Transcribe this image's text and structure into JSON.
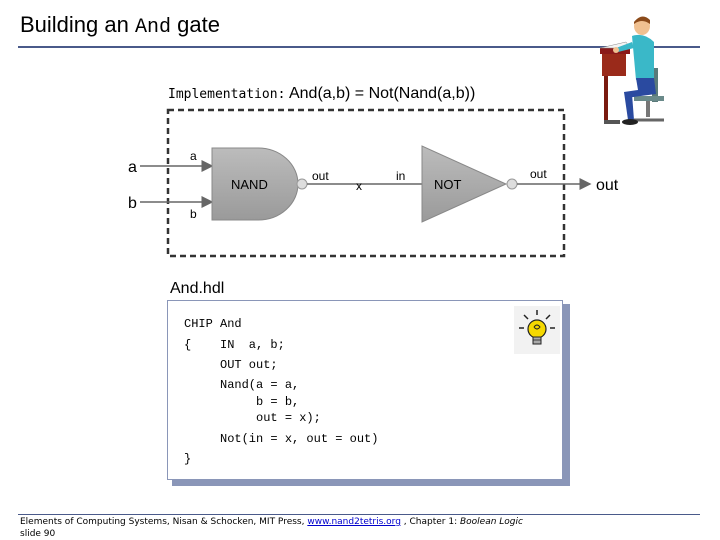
{
  "title": {
    "prefix": "Building an",
    "code": "And",
    "suffix": "gate"
  },
  "implementation": {
    "label": "Implementation:",
    "formula": "And(a,b) = Not(Nand(a,b))"
  },
  "diagram": {
    "input_a": "a",
    "input_b": "b",
    "pin_a": "a",
    "pin_b": "b",
    "nand_label": "NAND",
    "nand_out": "out",
    "wire_x": "x",
    "not_in": "in",
    "not_label": "NOT",
    "not_out": "out",
    "output": "out"
  },
  "hdl_label": "And.hdl",
  "code": {
    "l1": "CHIP And",
    "l2": "{    IN  a, b;",
    "l3": "     OUT out;",
    "l4": "     Nand(a = a,",
    "l5": "          b = b,",
    "l6": "          out = x);",
    "l7": "     Not(in = x, out = out)",
    "l8": "}"
  },
  "footer": {
    "text1": "Elements of Computing Systems, Nisan & Schocken, MIT Press, ",
    "link": "www.nand2tetris.org",
    "text2": " , Chapter 1: ",
    "chapter": "Boolean Logic",
    "slide": "slide 90"
  }
}
